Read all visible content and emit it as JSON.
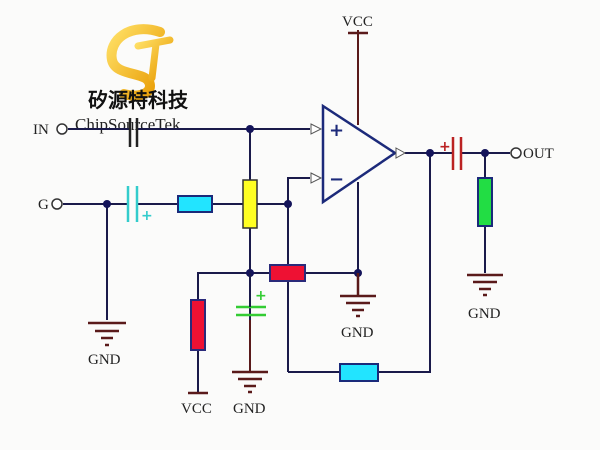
{
  "logo": {
    "mark": "ST",
    "name_cn": "矽源特科技",
    "name_en": "ChipSourceTek"
  },
  "labels": {
    "input_in": "IN",
    "input_g": "G",
    "output": "OUT",
    "vcc_top": "VCC",
    "vcc_bottom": "VCC",
    "gnd_left": "GND",
    "gnd_middle": "GND",
    "gnd_opamp": "GND",
    "gnd_output": "GND",
    "opamp_plus": "+",
    "opamp_minus": "−",
    "cap_plus_cyan": "+",
    "cap_plus_green": "+",
    "cap_plus_red": "+"
  },
  "colors": {
    "wire": "#1a1a4a",
    "opamp": "#1c2a7a",
    "resistor_cyan": "#22e4ff",
    "resistor_yellow": "#ffff22",
    "resistor_red": "#ee1133",
    "resistor_green": "#22dd44",
    "cap_cyan": "#33cccc",
    "cap_green": "#33cc33",
    "cap_red": "#bb2222",
    "ground": "#5a1a1a",
    "logo_orange": "#f0a800"
  }
}
